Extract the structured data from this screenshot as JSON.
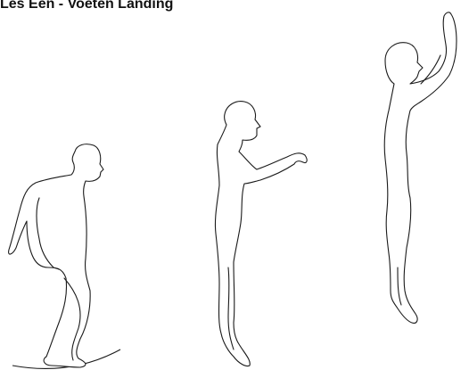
{
  "title": "Les Een - Voeten Landing",
  "figures": [
    {
      "name": "crouched-landing-figure"
    },
    {
      "name": "standing-arms-forward-figure"
    },
    {
      "name": "jumping-arms-raised-figure"
    }
  ],
  "colors": {
    "outline": "#1a1a1a",
    "background": "#ffffff"
  }
}
